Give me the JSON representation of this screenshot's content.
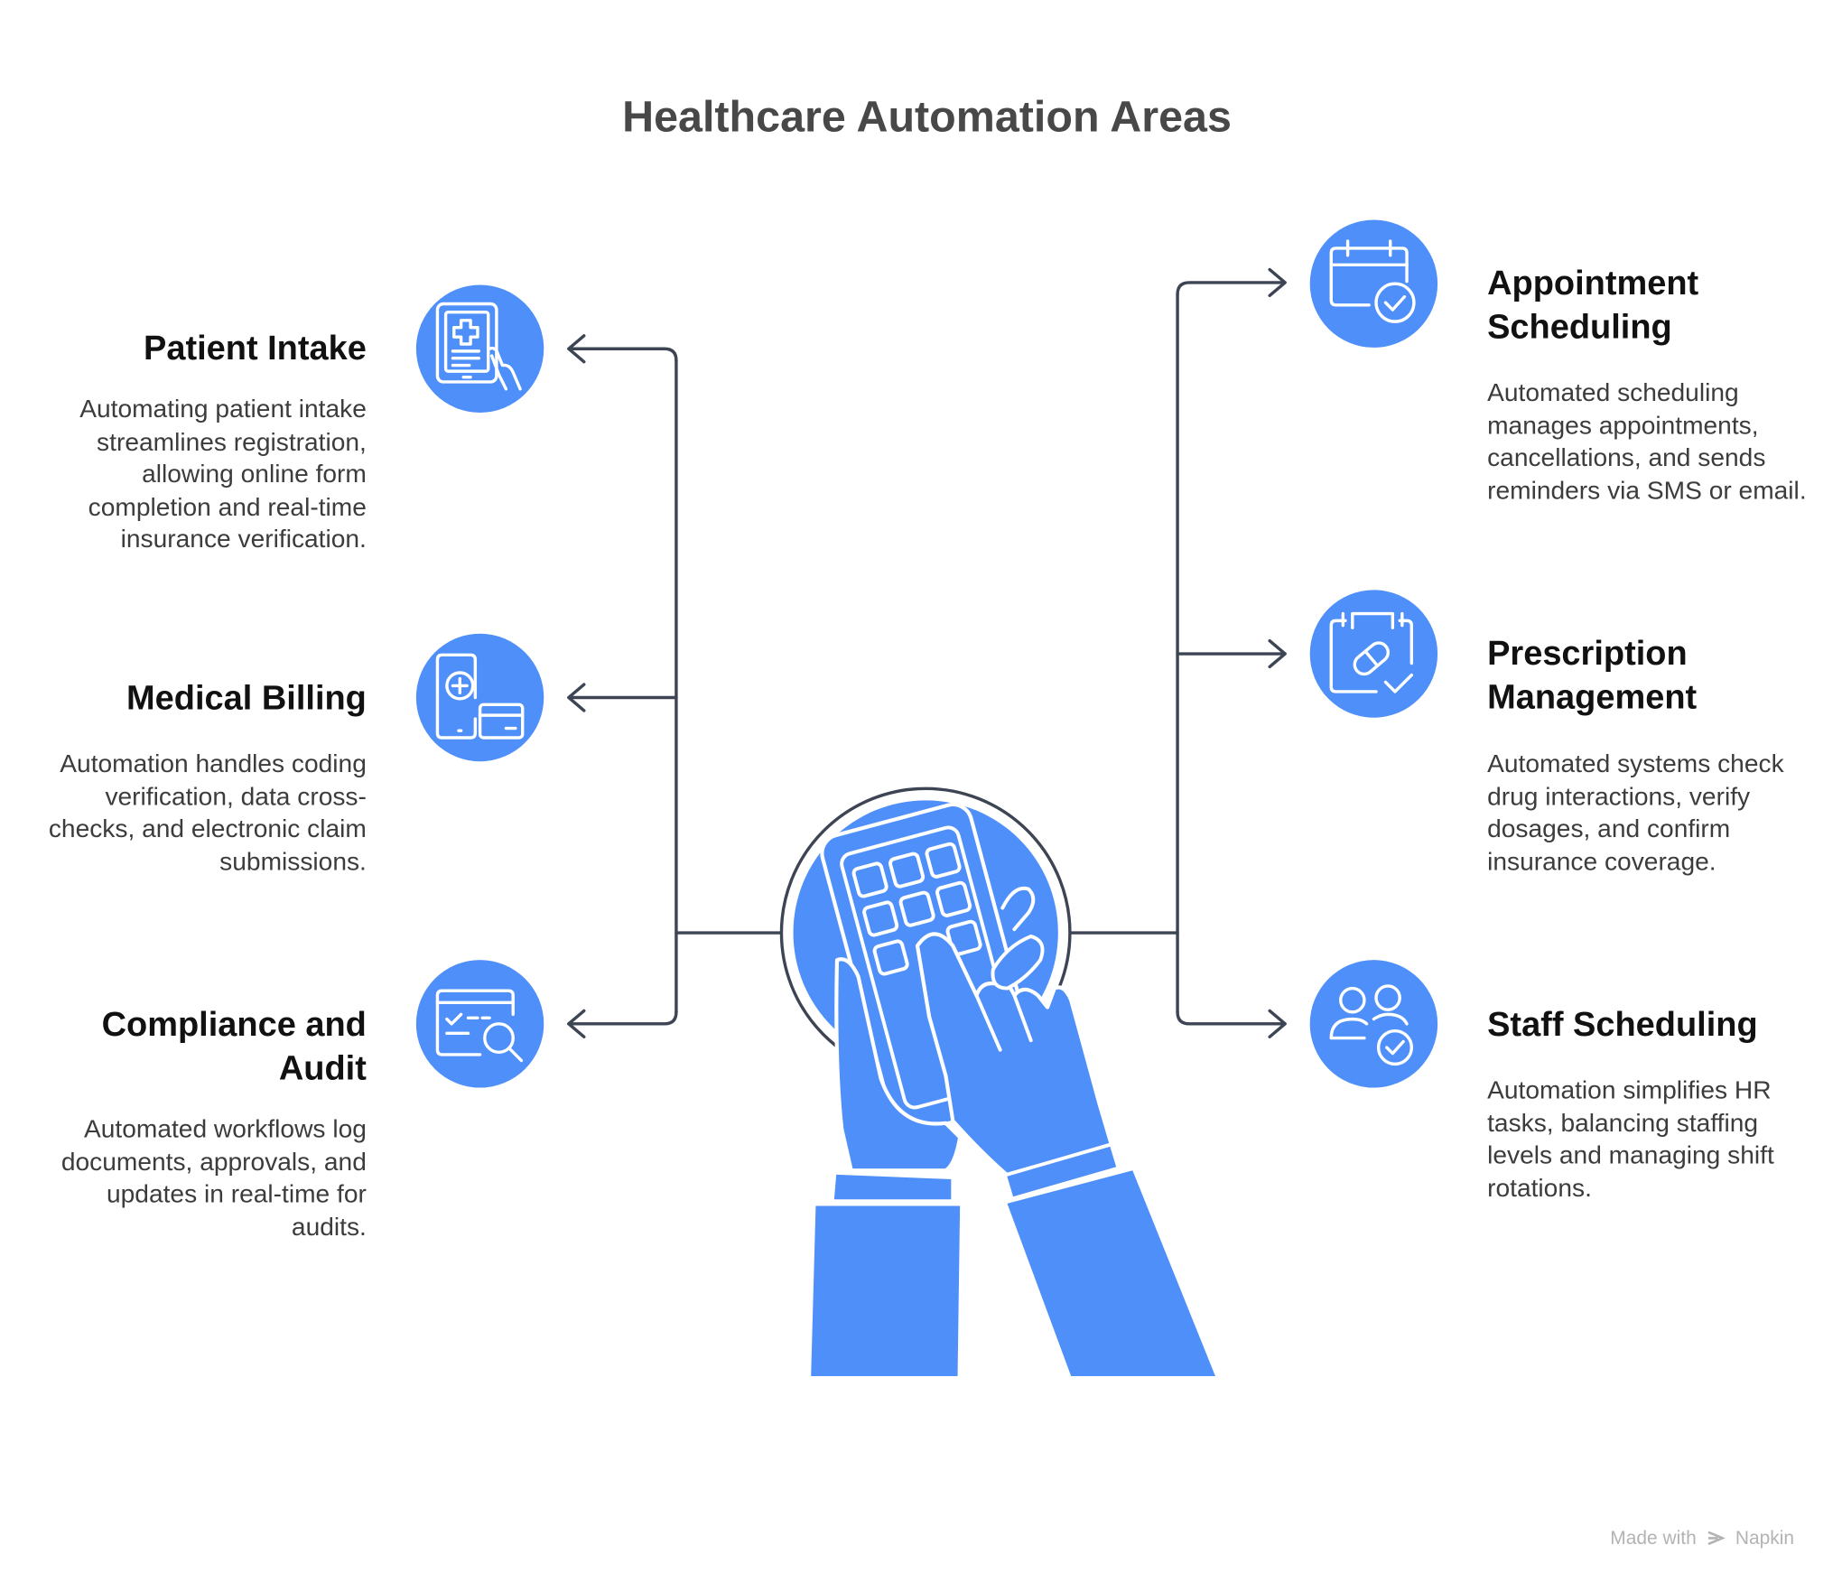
{
  "title": "Healthcare Automation Areas",
  "accent_color": "#4f8ffa",
  "line_color": "#3d4453",
  "center_icon": "hands-tablet-keypad-illustration",
  "items": [
    {
      "title": "Patient Intake",
      "description": "Automating patient intake streamlines registration, allowing online form completion and real-time insurance verification.",
      "icon": "tablet-medical-touch-icon"
    },
    {
      "title": "Medical Billing",
      "description": "Automation handles coding verification, data cross-checks, and electronic claim submissions.",
      "icon": "phone-card-payment-icon"
    },
    {
      "title": "Compliance and Audit",
      "description": "Automated workflows log documents, approvals, and updates in real-time for audits.",
      "icon": "document-search-icon"
    },
    {
      "title": "Appointment Scheduling",
      "description": "Automated scheduling manages appointments, cancellations, and sends reminders via SMS or email.",
      "icon": "calendar-check-icon"
    },
    {
      "title": "Prescription Management",
      "description": "Automated systems check drug interactions, verify dosages, and confirm insurance coverage.",
      "icon": "pill-clipboard-icon"
    },
    {
      "title": "Staff Scheduling",
      "description": "Automation simplifies HR tasks, balancing staffing levels and managing shift rotations.",
      "icon": "staff-check-icon"
    }
  ],
  "footer": {
    "made_with": "Made with",
    "brand": "Napkin"
  }
}
